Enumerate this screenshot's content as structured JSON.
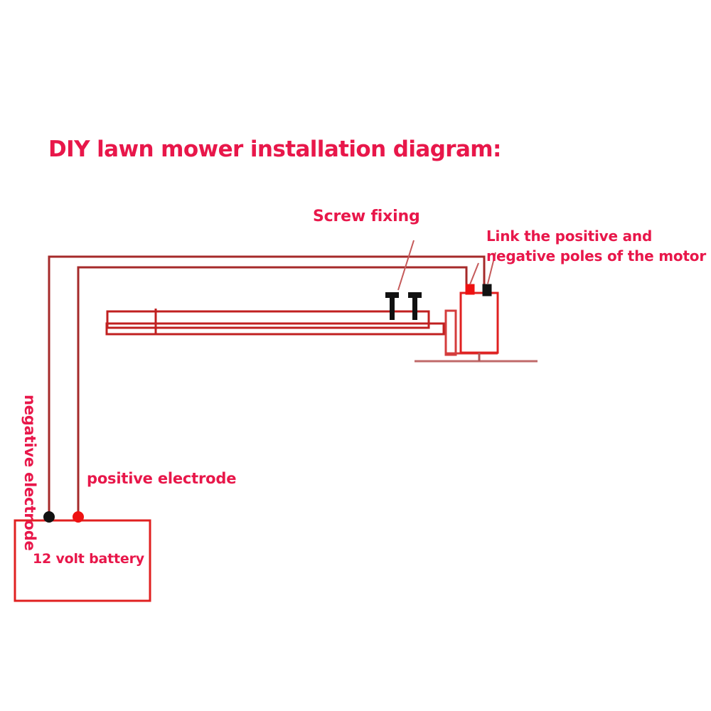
{
  "diagram": {
    "title": "DIY lawn mower installation diagram:",
    "labels": {
      "screw_fixing": "Screw fixing",
      "motor_poles_line1": "Link the positive and",
      "motor_poles_line2": "negative poles of the motor",
      "positive_electrode": "positive electrode",
      "negative_electrode": "negative electrode",
      "battery": "12 volt battery"
    },
    "colors": {
      "title_text": "#e8174a",
      "label_text": "#e8174a",
      "wire_red": "#e02020",
      "wire_dark_red": "#a52a2a",
      "frame_red": "#d43c3c",
      "ground_line": "#c06a6a",
      "terminal_black": "#121212",
      "terminal_red": "#ee1111",
      "background": "#ffffff"
    },
    "parts": {
      "battery_terminal_negative": "black",
      "battery_terminal_positive": "red",
      "motor_terminal_positive": "red",
      "motor_terminal_negative": "black",
      "screw_count": 2
    }
  }
}
